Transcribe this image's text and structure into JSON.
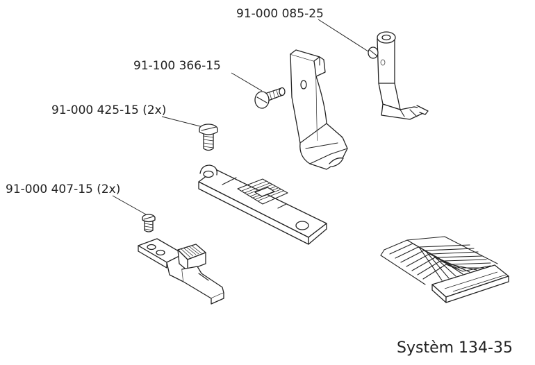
{
  "labels": {
    "presser_foot_part": "91-000 085-25",
    "foot_screw": "91-100 366-15",
    "plate_screws": "91-000 425-15 (2x)",
    "feed_dog_screws": "91-000 407-15 (2x)"
  },
  "system": "Systèm 134-35"
}
